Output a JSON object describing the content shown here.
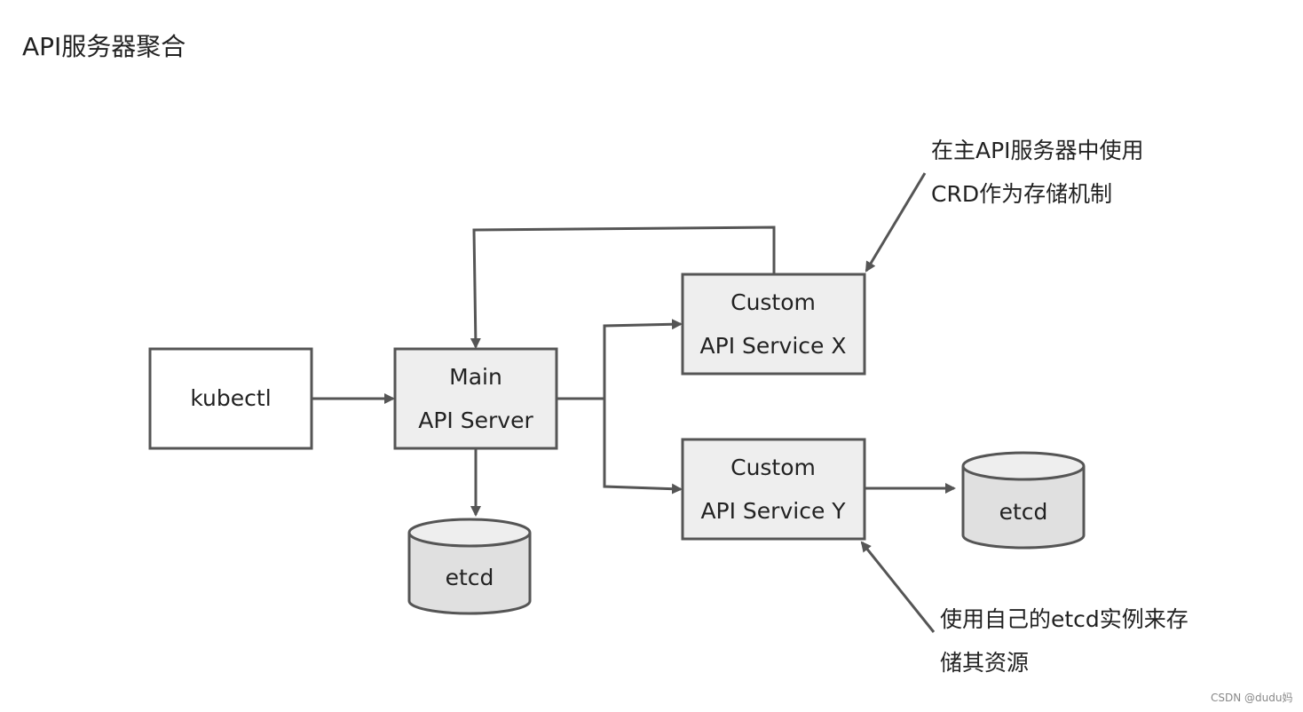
{
  "title": "API服务器聚合",
  "nodes": {
    "kubectl": {
      "label": "kubectl"
    },
    "main_api_server": {
      "line1": "Main",
      "line2": "API Server"
    },
    "custom_x": {
      "line1": "Custom",
      "line2": "API Service X"
    },
    "custom_y": {
      "line1": "Custom",
      "line2": "API Service Y"
    },
    "etcd_main": {
      "label": "etcd"
    },
    "etcd_y": {
      "label": "etcd"
    }
  },
  "annotations": {
    "note_x": {
      "line1": "在主API服务器中使用",
      "line2": "CRD作为存储机制"
    },
    "note_y": {
      "line1": "使用自己的etcd实例来存",
      "line2": "储其资源"
    }
  },
  "watermark": "CSDN @dudu妈",
  "colors": {
    "stroke": "#555555",
    "box_fill": "#eeeeee",
    "white_fill": "#ffffff",
    "db_fill": "#e0e0e0"
  }
}
